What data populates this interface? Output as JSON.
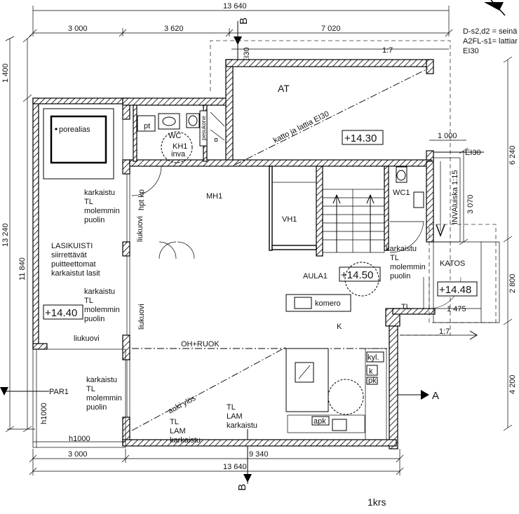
{
  "dimensions": {
    "top_total": "13 640",
    "top_seg1": "3 000",
    "top_seg2": "3 620",
    "top_seg3": "7 020",
    "bottom_seg1": "3 000",
    "bottom_seg2": "9 340",
    "bottom_total": "13 640",
    "left_1400": "1 400",
    "left_13240": "13 240",
    "left_11840": "11 840",
    "right_6240": "6 240",
    "right_3070": "3 070",
    "right_2800": "2 800",
    "right_4200": "4 200",
    "katos_1000": "1 000",
    "katos_1475": "1 475"
  },
  "sections": {
    "b_top": "B",
    "b_bottom": "B",
    "a_right": "A",
    "ei30_top": "EI30"
  },
  "notes": {
    "line1": "D-s2,d2 = seinä",
    "line2": "A2FL-s1= lattiar",
    "line3": "EI30"
  },
  "slopes": {
    "top": "1:7",
    "katos": "1:7"
  },
  "rooms": {
    "at": "AT",
    "katto": "katto ja lattia EI30",
    "level_at": "+14.30",
    "porealias": "porealias",
    "pt": "pt",
    "wc": "WC",
    "kh1": "KH1",
    "inva": "inva",
    "pesukone": "pesukone",
    "mh1": "MH1",
    "vh1": "VH1",
    "wc1": "WC1",
    "invaluiska": "INVAluiska 1:15",
    "ei30_right": "EI30",
    "hpt": "hpt kp",
    "liukuovi1": "liukuovi",
    "liukuovi2": "liukuovi",
    "liukuovi3": "liukuovi",
    "aula1": "AULA1",
    "level_aula": "+14.50",
    "katos": "KATOS",
    "level_katos": "+14.48",
    "komero": "komero",
    "k": "K",
    "tl_right": "TL",
    "karkaistu_r1": "karkaistu",
    "karkaistu_r2": "TL",
    "karkaistu_r3": "molemmin",
    "karkaistu_r4": "puolin",
    "lasikuisti1": "LASIKUISTI",
    "lasikuisti2": "siirrettävät",
    "lasikuisti3": "puitteettomat",
    "lasikuisti4": "karkaistut lasit",
    "level_lasi": "+14.40",
    "kk1_1": "karkaistu",
    "kk1_2": "TL",
    "kk1_3": "molemmin",
    "kk1_4": "puolin",
    "kk2_1": "karkaistu",
    "kk2_2": "TL",
    "kk2_3": "molemmin",
    "kk2_4": "puolin",
    "kk3_1": "karkaistu",
    "kk3_2": "TL",
    "kk3_3": "molemmin",
    "kk3_4": "puolin",
    "par1": "PAR1",
    "h1000_v": "h1000",
    "h1000_h": "h1000",
    "ohruok": "OH+RUOK",
    "auki": "auki ylös",
    "tl_lam1_1": "TL",
    "tl_lam1_2": "LAM",
    "tl_lam1_3": "karkaistu",
    "tl_lam2_1": "TL",
    "tl_lam2_2": "LAM",
    "tl_lam2_3": "karkaistu",
    "kyl": "kyl.",
    "k_small": "k",
    "pk": "pk",
    "apk": "apk"
  },
  "floor_label": "1krs"
}
